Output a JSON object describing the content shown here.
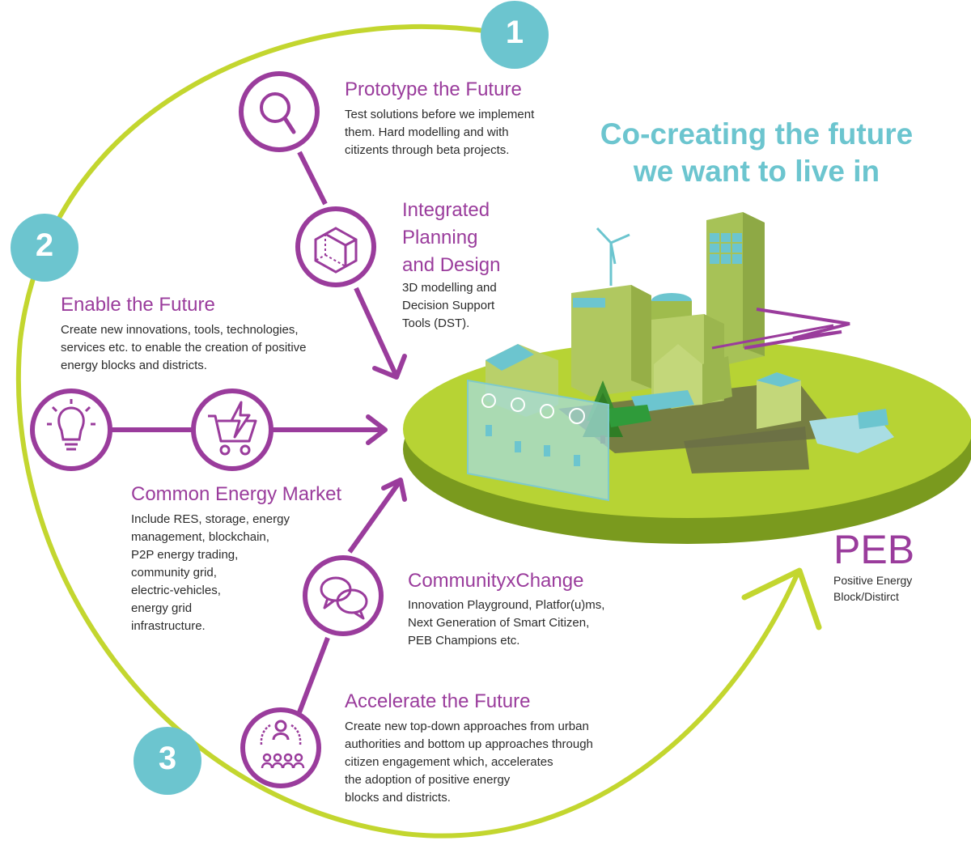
{
  "heading": {
    "line1": "Co-creating the future",
    "line2": "we want to live in"
  },
  "steps": [
    {
      "number": "1"
    },
    {
      "number": "2"
    },
    {
      "number": "3"
    }
  ],
  "prototype": {
    "title": "Prototype the Future",
    "lines": [
      "Test solutions before we implement",
      "them. Hard modelling and with",
      "citizents through beta projects."
    ]
  },
  "integrated": {
    "title_lines": [
      "Integrated",
      "Planning",
      "and Design"
    ],
    "lines": [
      "3D modelling and",
      "Decision Support",
      "Tools (DST)."
    ]
  },
  "enable": {
    "title": "Enable the Future",
    "lines": [
      "Create new innovations, tools, technologies,",
      "services etc. to enable the creation of positive",
      "energy blocks and districts."
    ]
  },
  "market": {
    "title": "Common Energy Market",
    "lines": [
      "Include RES, storage, energy",
      "management, blockchain,",
      "P2P energy trading,",
      "community grid,",
      "electric-vehicles,",
      "energy grid",
      "infrastructure."
    ]
  },
  "community": {
    "title": "CommunityxChange",
    "lines": [
      "Innovation Playground, Platfor(u)ms,",
      "Next Generation of Smart Citizen,",
      "PEB Champions etc."
    ]
  },
  "accelerate": {
    "title": "Accelerate the Future",
    "lines": [
      "Create new top-down approaches from urban",
      "authorities and bottom up approaches through",
      "citizen engagement which, accelerates",
      "the adoption of positive energy",
      "blocks and districts."
    ]
  },
  "peb": {
    "title": "PEB",
    "lines": [
      "Positive Energy",
      "Block/Distirct"
    ]
  },
  "icons": [
    "magnifier-icon",
    "cube-icon",
    "lightbulb-icon",
    "energy-cart-icon",
    "chat-bubbles-icon",
    "community-cycle-icon"
  ],
  "colors": {
    "lime": "#c3d62f",
    "purple": "#9a3c9c",
    "teal": "#6cc5cf",
    "island": "#b7d334",
    "building": "#b0c860"
  }
}
